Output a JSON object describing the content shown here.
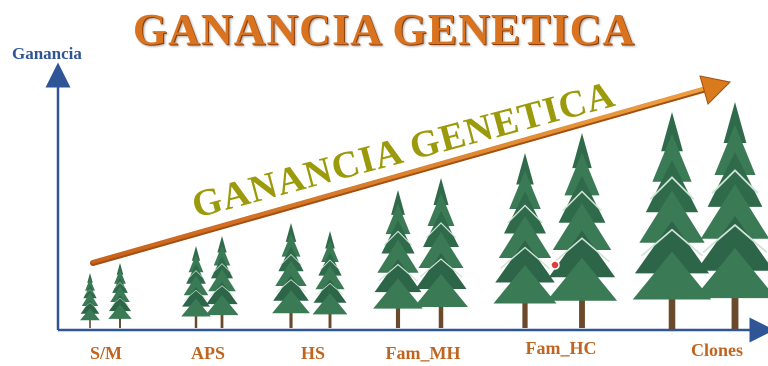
{
  "title": "GANANCIA GENETICA",
  "y_axis_label": "Ganancia",
  "arrow_label": "GANANCIA GENETICA",
  "categories": [
    {
      "label": "S/M"
    },
    {
      "label": "APS"
    },
    {
      "label": "HS"
    },
    {
      "label": "Fam_MH"
    },
    {
      "label": "Fam_HC"
    },
    {
      "label": "Clones"
    }
  ],
  "colors": {
    "title": "#d9731f",
    "axis": "#2f5597",
    "arrow": "#d97a1c",
    "arrow_label": "#9a9a0a",
    "category_label": "#c0651f",
    "tree": "#2f6b4a"
  }
}
